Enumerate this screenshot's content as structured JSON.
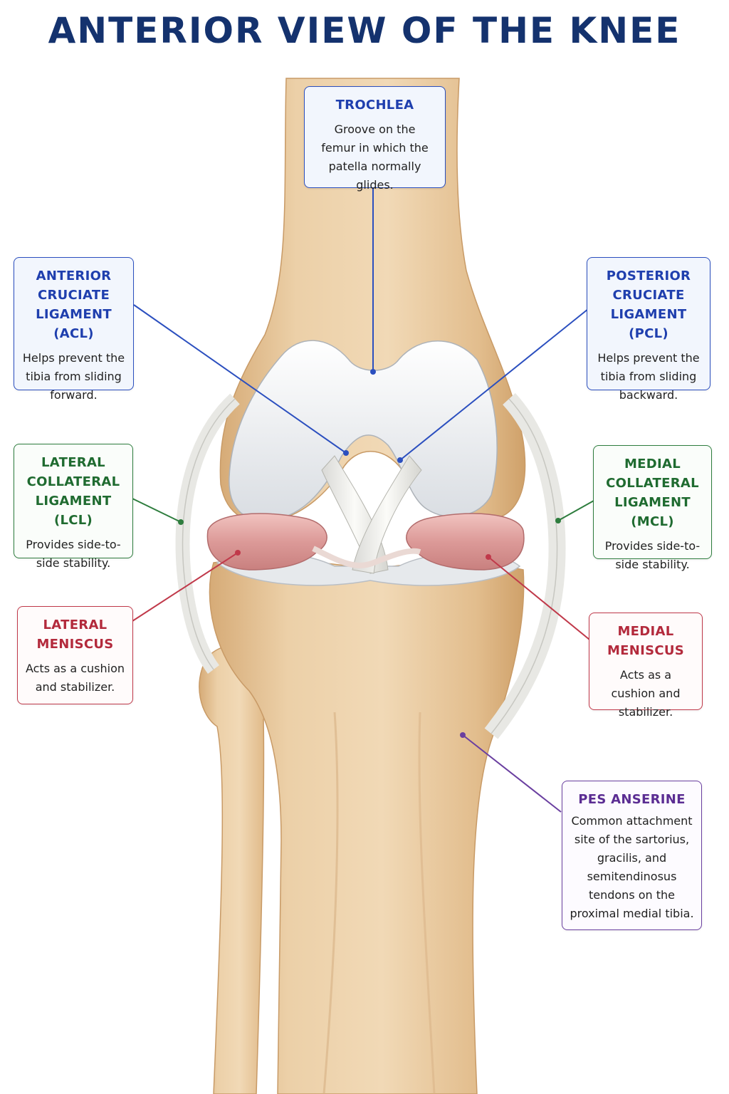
{
  "title": "ANTERIOR VIEW OF THE KNEE",
  "labels": {
    "trochlea": {
      "name": "TROCHLEA",
      "desc": "Groove on the femur in which the patella normally glides."
    },
    "acl": {
      "name": "ANTERIOR CRUCIATE LIGAMENT (ACL)",
      "desc": "Helps prevent the tibia from sliding forward."
    },
    "pcl": {
      "name": "POSTERIOR CRUCIATE LIGAMENT (PCL)",
      "desc": "Helps prevent the tibia from sliding backward."
    },
    "lcl": {
      "name": "LATERAL COLLATERAL LIGAMENT (LCL)",
      "desc": "Provides side-to-side stability."
    },
    "mcl": {
      "name": "MEDIAL COLLATERAL LIGAMENT (MCL)",
      "desc": "Provides side-to-side stability."
    },
    "lateral_meniscus": {
      "name": "LATERAL MENISCUS",
      "desc": "Acts as a cushion and stabilizer."
    },
    "medial_meniscus": {
      "name": "MEDIAL MENISCUS",
      "desc": "Acts as a cushion and stabilizer."
    },
    "pes_anserine": {
      "name": "PES ANSERINE",
      "desc": "Common attachment site of the sartorius, gracilis, and semitendinosus tendons on the proximal medial tibia."
    }
  },
  "colors": {
    "title": "#14326e",
    "blue": "#2b4fbf",
    "green": "#2e7d3e",
    "red": "#c0394a",
    "purple": "#6a3fa0",
    "bone": "#e2c196",
    "cartilage": "#eef0f2",
    "meniscus": "#dc9a98"
  }
}
